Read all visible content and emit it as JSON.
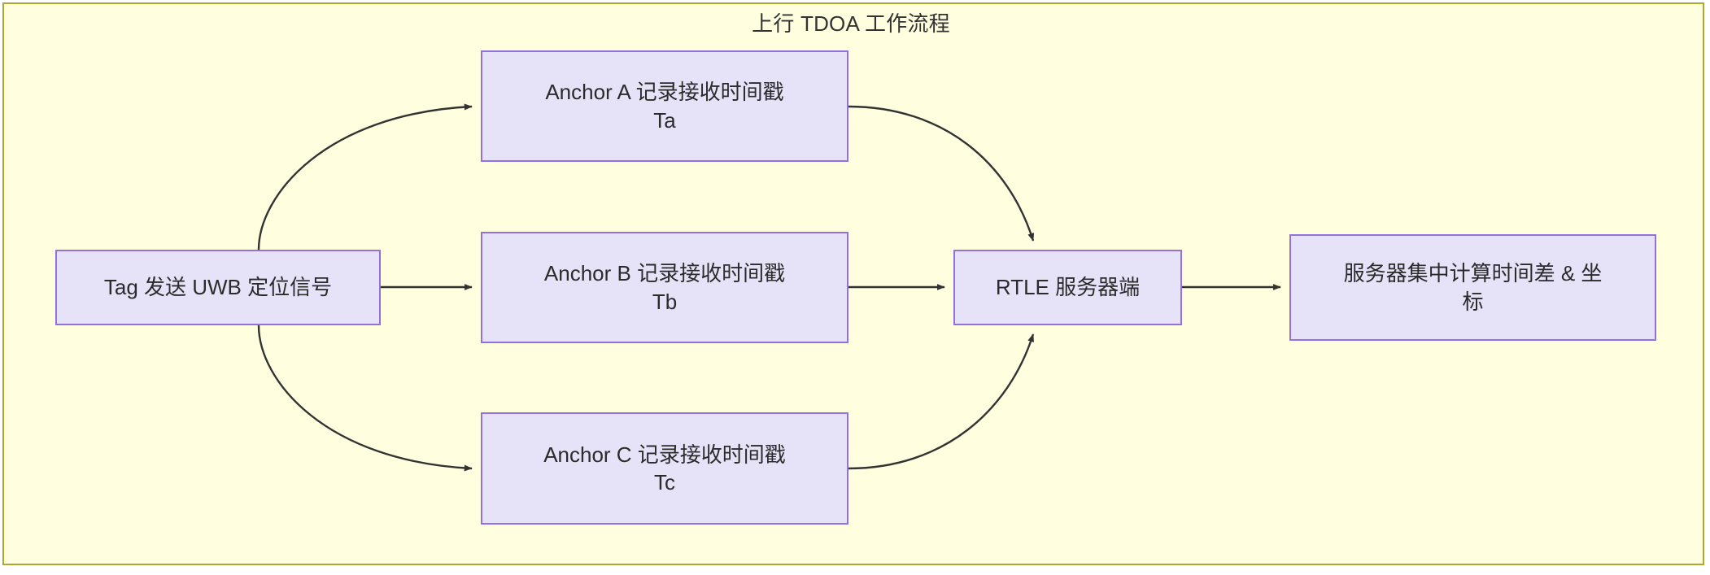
{
  "diagram": {
    "title": "上行 TDOA 工作流程",
    "type": "flowchart",
    "direction": "left-to-right",
    "colors": {
      "frame_background": "#ffffe0",
      "frame_border": "#aaaa33",
      "node_background": "#e6e2f8",
      "node_border": "#9370db",
      "edge_stroke": "#333333",
      "text": "#2b2b2b"
    },
    "nodes": [
      {
        "id": "tag",
        "line1": "Tag 发送 UWB 定位信号",
        "line2": ""
      },
      {
        "id": "anchor_a",
        "line1": "Anchor A 记录接收时间戳",
        "line2": "Ta"
      },
      {
        "id": "anchor_b",
        "line1": "Anchor B 记录接收时间戳",
        "line2": "Tb"
      },
      {
        "id": "anchor_c",
        "line1": "Anchor C 记录接收时间戳",
        "line2": "Tc"
      },
      {
        "id": "server",
        "line1": "RTLE 服务器端",
        "line2": ""
      },
      {
        "id": "compute",
        "line1": "服务器集中计算时间差 & 坐",
        "line2": "标"
      }
    ],
    "edges": [
      {
        "from": "tag",
        "to": "anchor_a",
        "label": "",
        "style": "curved-arrow"
      },
      {
        "from": "tag",
        "to": "anchor_b",
        "label": "",
        "style": "straight-arrow"
      },
      {
        "from": "tag",
        "to": "anchor_c",
        "label": "",
        "style": "curved-arrow"
      },
      {
        "from": "anchor_a",
        "to": "server",
        "label": "",
        "style": "curved-arrow"
      },
      {
        "from": "anchor_b",
        "to": "server",
        "label": "",
        "style": "straight-arrow"
      },
      {
        "from": "anchor_c",
        "to": "server",
        "label": "",
        "style": "curved-arrow"
      },
      {
        "from": "server",
        "to": "compute",
        "label": "",
        "style": "straight-arrow"
      }
    ]
  }
}
